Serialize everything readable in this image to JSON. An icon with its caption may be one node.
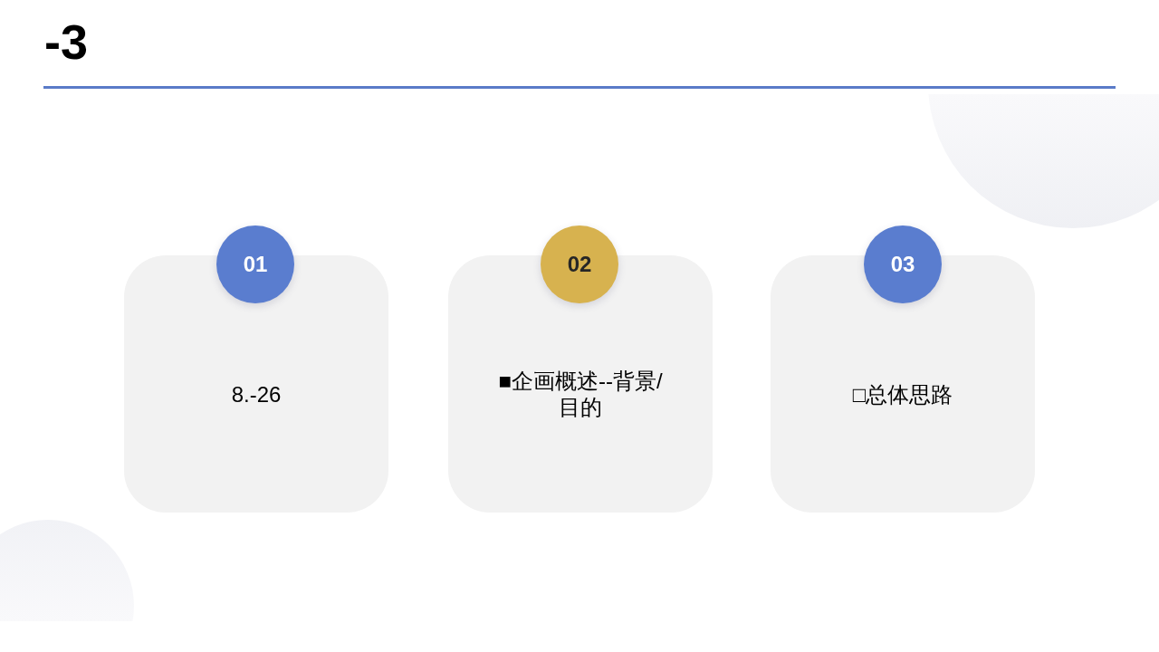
{
  "diagram": {
    "title": "-3",
    "nodes": [
      {
        "text": [
          "01"
        ]
      },
      {
        "text": [
          "8.-26"
        ]
      },
      {
        "text": [
          "02"
        ]
      },
      {
        "text": [
          "■企画概述--背景/目的"
        ]
      },
      {
        "text": [
          "03"
        ]
      },
      {
        "text": [
          "□总体思路"
        ]
      }
    ]
  }
}
